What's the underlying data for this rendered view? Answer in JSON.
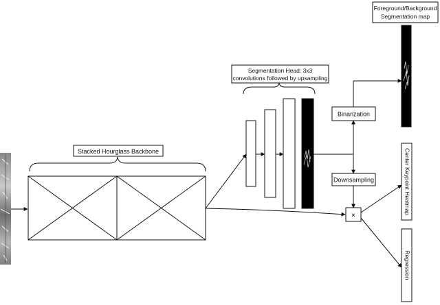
{
  "diagram": {
    "labels": {
      "backbone": "Stacked Hourglass Backbone",
      "seg_head_line1": "Segmentation Head: 3x3",
      "seg_head_line2": "convolutions followed by upsampling",
      "fg_bg_line1": "Foreground/Background",
      "fg_bg_line2": "Segmentation map",
      "binarization": "Binarization",
      "downsampling": "Downsampling",
      "multiply": "×",
      "heatmap": "Center Keypoint Heatmap",
      "regression": "Regression"
    },
    "colors": {
      "stroke": "#111111",
      "fill": "#ffffff",
      "feature_map": "#000000"
    }
  }
}
